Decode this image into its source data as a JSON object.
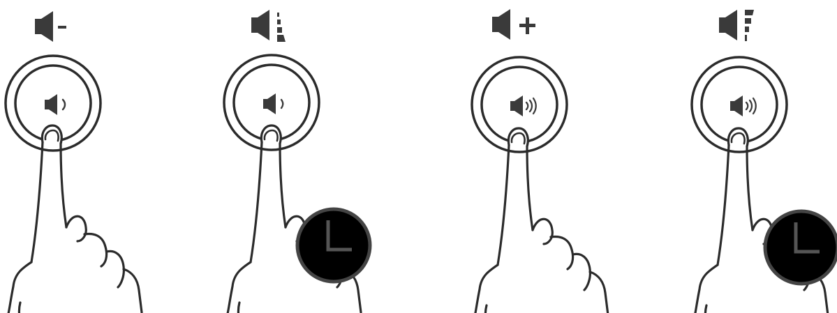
{
  "panels": [
    {
      "id": "volume-down-press",
      "header_icon": "speaker-minus-icon",
      "header_symbol": "-",
      "button_icon": "speaker-one-wave-icon",
      "hold_timer": false,
      "clock_icon": null
    },
    {
      "id": "volume-down-hold",
      "header_icon": "speaker-volume-decreasing-icon",
      "header_symbol": "",
      "button_icon": "speaker-one-wave-icon",
      "hold_timer": true,
      "clock_icon": "clock-icon"
    },
    {
      "id": "volume-up-press",
      "header_icon": "speaker-plus-icon",
      "header_symbol": "+",
      "button_icon": "speaker-three-wave-icon",
      "hold_timer": false,
      "clock_icon": null
    },
    {
      "id": "volume-up-hold",
      "header_icon": "speaker-volume-increasing-icon",
      "header_symbol": "",
      "button_icon": "speaker-three-wave-icon",
      "hold_timer": true,
      "clock_icon": "clock-icon"
    }
  ],
  "colors": {
    "background": "#ffffff",
    "stroke": "#2b2b2b",
    "icon": "#3a3a3a",
    "clock_face": "#000000",
    "clock_rim": "#444444",
    "clock_hands": "#555555"
  }
}
